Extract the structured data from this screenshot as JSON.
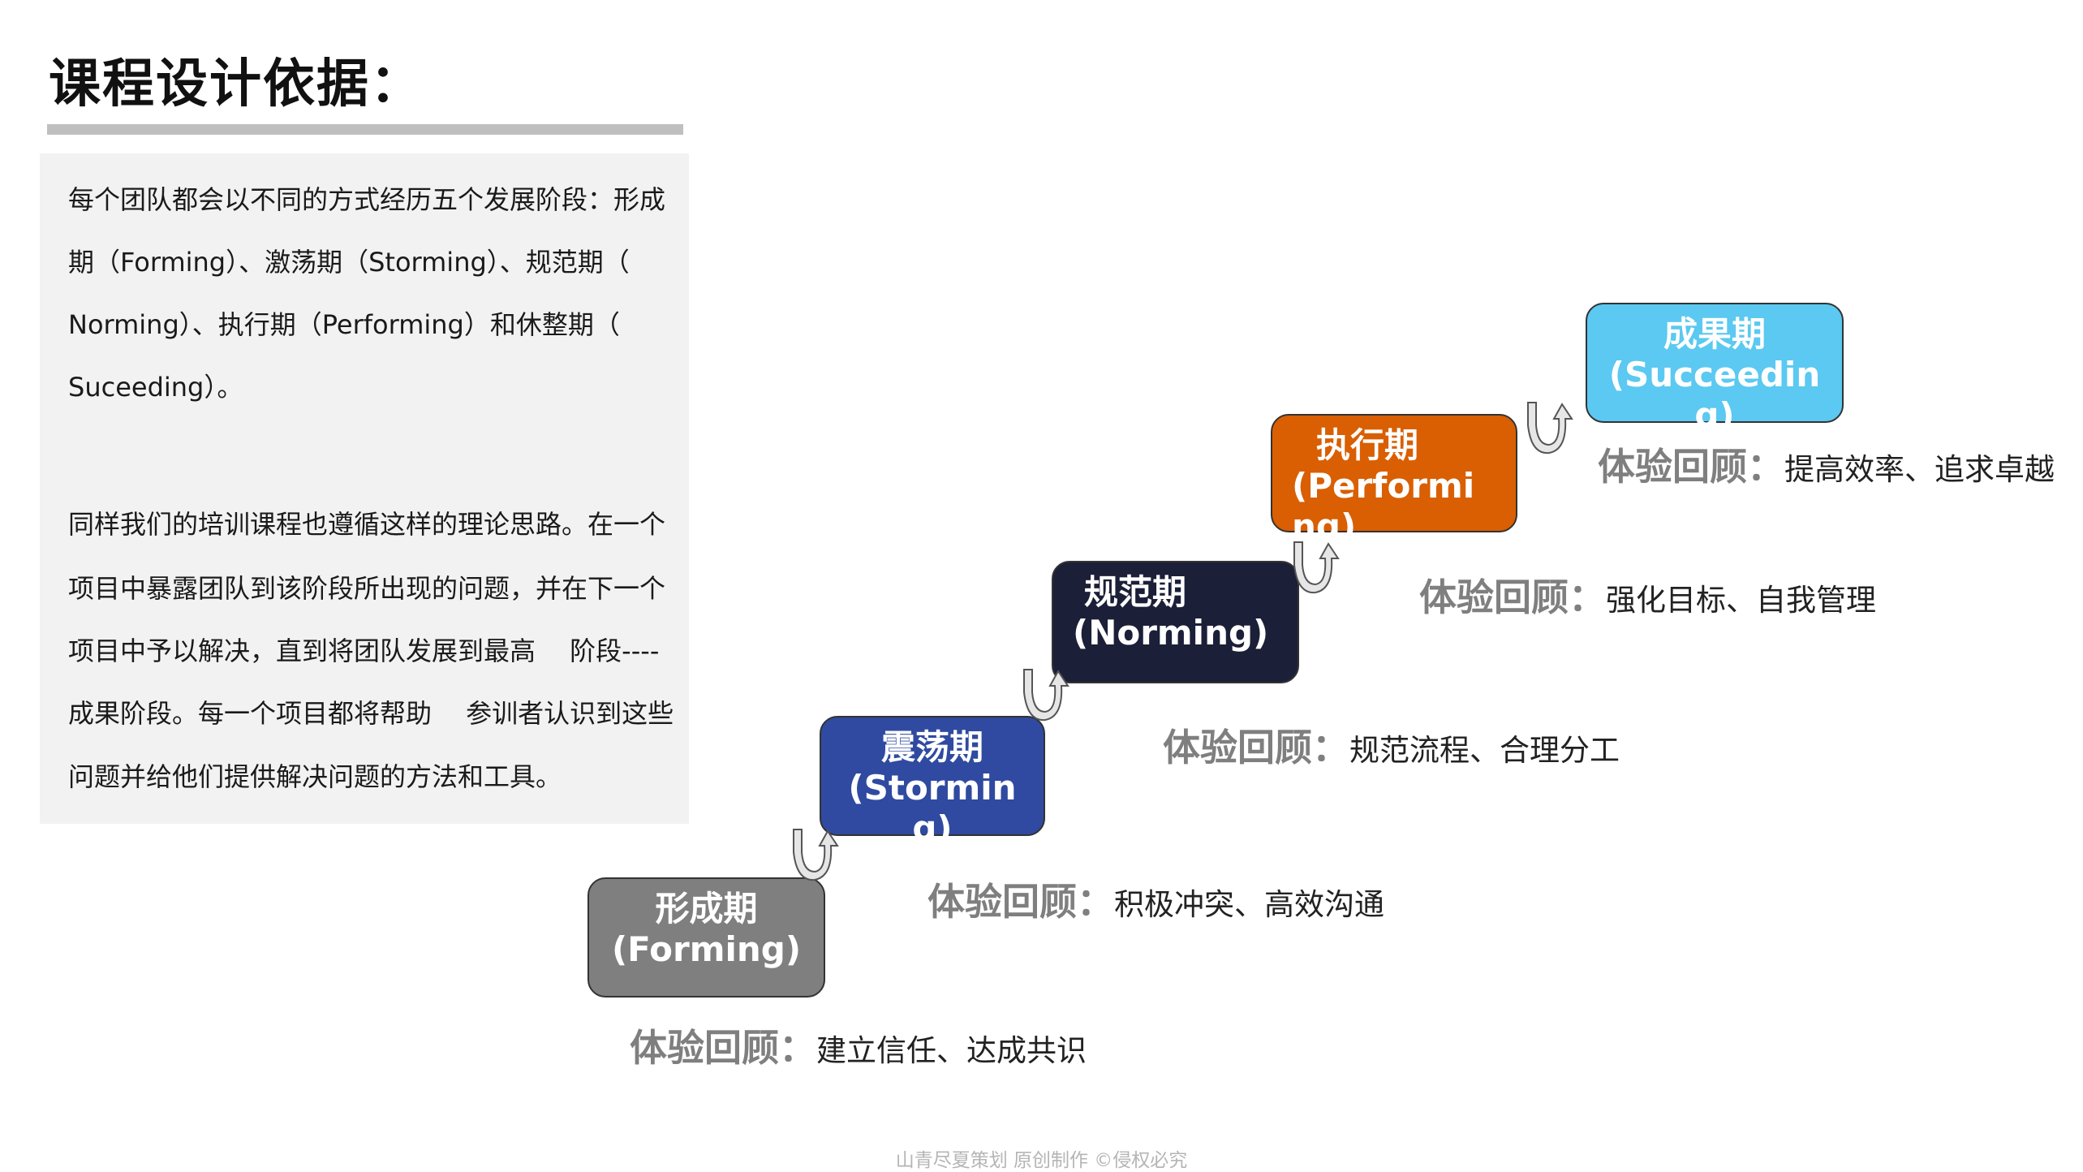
{
  "title": "课程设计依据：",
  "intro": {
    "paragraph1": [
      "每个团队都会以不同的方式经历五个发展阶段：形成",
      "期（Forming）、激荡期（Storming）、规范期（",
      "Norming）、执行期（Performing）和休整期（",
      "Suceeding）。"
    ],
    "paragraph2": [
      "同样我们的培训课程也遵循这样的理论思路。在一个",
      "项目中暴露团队到该阶段所出现的问题，并在下一个",
      "项目中予以解决，直到将团队发展到最高　 阶段----",
      "成果阶段。每一个项目都将帮助　 参训者认识到这些",
      "问题并给他们提供解决问题的方法和工具。"
    ]
  },
  "stages": [
    {
      "cn": "形成期",
      "en": "(Forming)",
      "review_label": "体验回顾：",
      "review": "建立信任、达成共识",
      "color": "#7f7f7f"
    },
    {
      "cn": "震荡期",
      "en": "(Storming)",
      "review_label": "体验回顾：",
      "review": "积极冲突、高效沟通",
      "color": "#2f4aa0"
    },
    {
      "cn": "规范期",
      "en": "(Norming)",
      "review_label": "体验回顾：",
      "review": "规范流程、合理分工",
      "color": "#1b1f38"
    },
    {
      "cn": "执行期",
      "en": "(Performing)",
      "review_label": "体验回顾：",
      "review": "强化目标、自我管理",
      "color": "#d95f02"
    },
    {
      "cn": "成果期",
      "en": "(Succeeding)",
      "review_label": "体验回顾：",
      "review": "提高效率、追求卓越",
      "color": "#5bc9f1"
    }
  ],
  "footer": "山青尽夏策划 原创制作 ©侵权必究"
}
